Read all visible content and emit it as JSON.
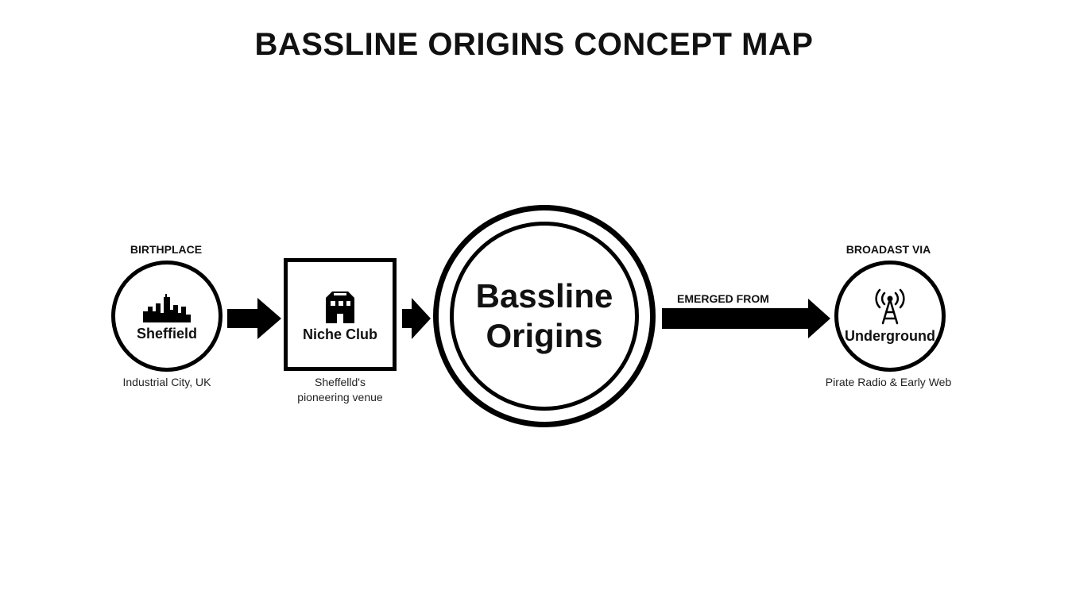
{
  "title": "BASSLINE ORIGINS CONCEPT MAP",
  "nodes": {
    "sheffield": {
      "tag": "BIRTHPLACE",
      "label": "Sheffield",
      "caption": "Industrial City, UK",
      "icon": "city-skyline-icon"
    },
    "niche_club": {
      "label": "Niche Club",
      "caption_line1": "Sheffelld's",
      "caption_line2": "pioneering venue",
      "icon": "building-icon"
    },
    "center": {
      "line1": "Bassline",
      "line2": "Origins"
    },
    "underground": {
      "tag": "BROADAST VIA",
      "label": "Underground",
      "caption": "Pirate Radio & Early Web",
      "icon": "radio-tower-icon"
    }
  },
  "edges": {
    "emerged_from": "EMERGED FROM"
  },
  "colors": {
    "background": "#ffffff",
    "ink": "#000000"
  }
}
